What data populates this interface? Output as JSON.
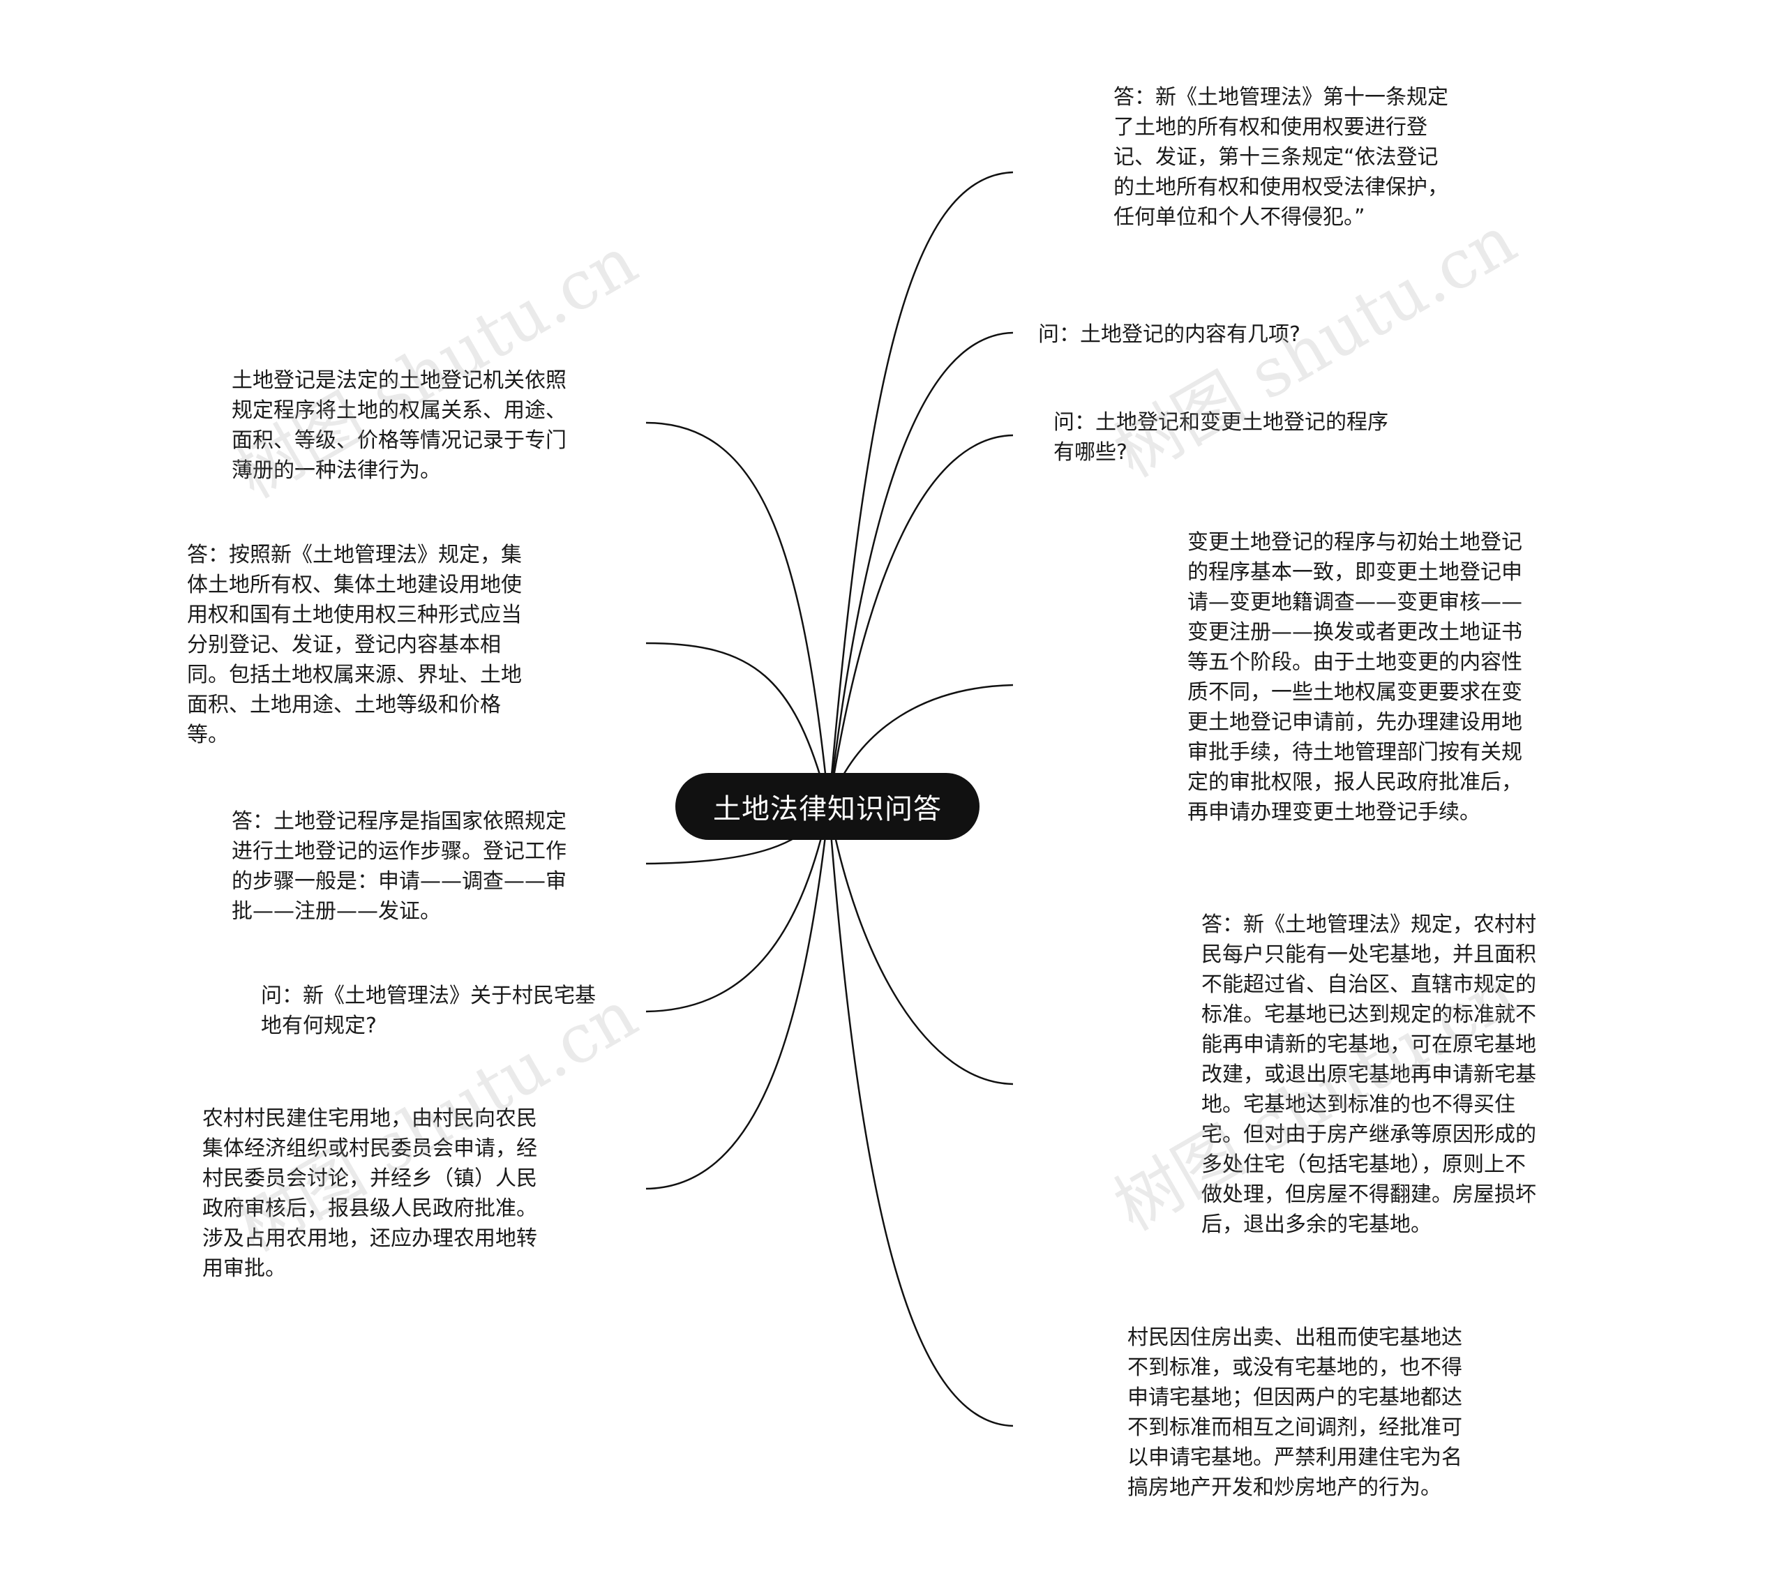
{
  "central": {
    "title": "土地法律知识问答"
  },
  "right_nodes": [
    {
      "id": "r1",
      "text": "答：新《土地管理法》第十一条规定了土地的所有权和使用权要进行登记、发证，第十三条规定“依法登记的土地所有权和使用权受法律保护，任何单位和个人不得侵犯。”"
    },
    {
      "id": "r2",
      "text": "问：土地登记的内容有几项?"
    },
    {
      "id": "r3",
      "text": "问：土地登记和变更土地登记的程序有哪些?"
    },
    {
      "id": "r4",
      "text": "变更土地登记的程序与初始土地登记的程序基本一致，即变更土地登记申请—变更地籍调查——变更审核——变更注册——换发或者更改土地证书等五个阶段。由于土地变更的内容性质不同，一些土地权属变更要求在变更土地登记申请前，先办理建设用地审批手续，待土地管理部门按有关规定的审批权限，报人民政府批准后，再申请办理变更土地登记手续。"
    },
    {
      "id": "r5",
      "text": "答：新《土地管理法》规定，农村村民每户只能有一处宅基地，并且面积不能超过省、自治区、直辖市规定的标准。宅基地已达到规定的标准就不能再申请新的宅基地，可在原宅基地改建，或退出原宅基地再申请新宅基地。宅基地达到标准的也不得买住宅。但对由于房产继承等原因形成的多处住宅（包括宅基地），原则上不做处理，但房屋不得翻建。房屋损坏后，退出多余的宅基地。"
    },
    {
      "id": "r6",
      "text": "村民因住房出卖、出租而使宅基地达不到标准，或没有宅基地的，也不得申请宅基地；但因两户的宅基地都达不到标准而相互之间调剂，经批准可以申请宅基地。严禁利用建住宅为名搞房地产开发和炒房地产的行为。"
    }
  ],
  "left_nodes": [
    {
      "id": "l1",
      "text": "土地登记是法定的土地登记机关依照规定程序将土地的权属关系、用途、面积、等级、价格等情况记录于专门薄册的一种法律行为。"
    },
    {
      "id": "l2",
      "text": "答：按照新《土地管理法》规定，集体土地所有权、集体土地建设用地使用权和国有土地使用权三种形式应当分别登记、发证，登记内容基本相同。包括土地权属来源、界址、土地面积、土地用途、土地等级和价格等。"
    },
    {
      "id": "l3",
      "text": "答：土地登记程序是指国家依照规定进行土地登记的运作步骤。登记工作的步骤一般是：申请——调查——审批——注册——发证。"
    },
    {
      "id": "l4",
      "text": "问：新《土地管理法》关于村民宅基地有何规定?"
    },
    {
      "id": "l5",
      "text": "农村村民建住宅用地，由村民向农民集体经济组织或村民委员会申请，经村民委员会讨论，并经乡（镇）人民政府审核后，报县级人民政府批准。涉及占用农用地，还应办理农用地转用审批。"
    }
  ],
  "watermark": "树图 shutu.cn",
  "colors": {
    "central_bg": "#111111",
    "central_text": "#ffffff",
    "edge": "#111111",
    "text": "#1a1a1a"
  }
}
